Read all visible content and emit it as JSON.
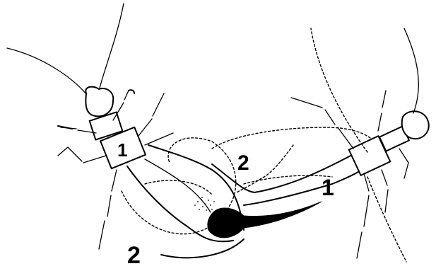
{
  "figure": {
    "labels": {
      "left_head_number": "1",
      "left_lower_number": "2",
      "middle_number": "2",
      "right_body_number": "1"
    }
  }
}
